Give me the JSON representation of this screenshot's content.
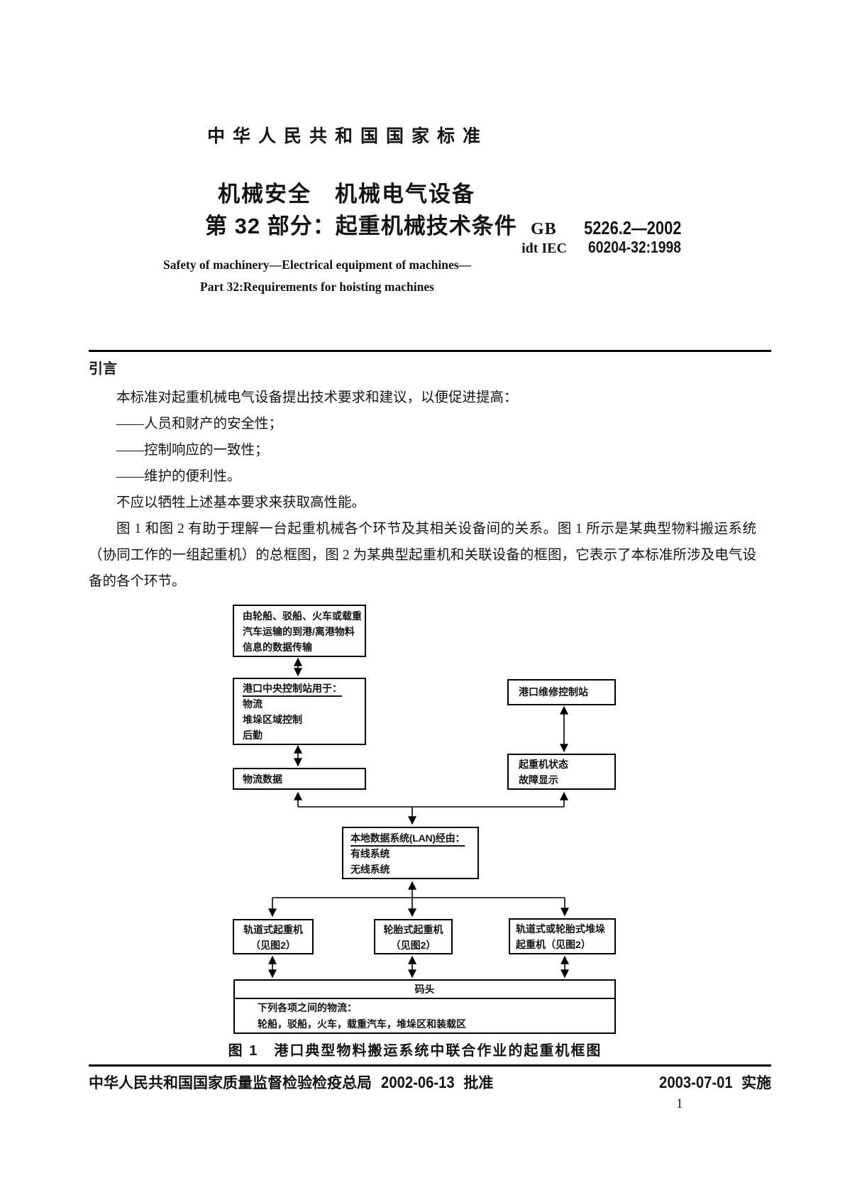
{
  "header": {
    "supertitle": "中华人民共和国国家标准",
    "title_line1": "机械安全　机械电气设备",
    "title_line2": "第 32 部分：起重机械技术条件",
    "std_prefix": "GB",
    "std_number": "5226.2—2002",
    "idt_prefix": "idt IEC",
    "idt_number": "60204-32:1998",
    "english_line1": "Safety of machinery—Electrical equipment of machines—",
    "english_line2": "Part 32:Requirements for hoisting machines"
  },
  "intro": {
    "heading": "引言",
    "p1": "本标准对起重机械电气设备提出技术要求和建议，以便促进提高：",
    "items": [
      "——人员和财产的安全性；",
      "——控制响应的一致性；",
      "——维护的便利性。"
    ],
    "p2": "不应以牺牲上述基本要求来获取高性能。",
    "p3": "图 1 和图 2 有助于理解一台起重机械各个环节及其相关设备间的关系。图 1 所示是某典型物料搬运系统（协同工作的一组起重机）的总框图，图 2 为某典型起重机和关联设备的框图，它表示了本标准所涉及电气设备的各个环节。"
  },
  "figure1": {
    "transport_box": {
      "lines": [
        "由轮船、驳船、火车或载重",
        "汽车运输的到港/离港物料",
        "信息的数据传输"
      ]
    },
    "central_box": {
      "title": "港口中央控制站用于：",
      "lines": [
        "物流",
        "堆垛区域控制",
        "后勤"
      ]
    },
    "maintenance_box": {
      "label": "港口维修控制站"
    },
    "status_box": {
      "lines": [
        "起重机状态",
        "故障显示"
      ]
    },
    "logistics_box": {
      "label": "物流数据"
    },
    "lan_box": {
      "title": "本地数据系统(LAN)经由：",
      "lines": [
        "有线系统",
        "无线系统"
      ]
    },
    "crane_boxes": [
      {
        "lines": [
          "轨道式起重机",
          "（见图2）"
        ]
      },
      {
        "lines": [
          "轮胎式起重机",
          "（见图2）"
        ]
      },
      {
        "lines": [
          "轨道式或轮胎式堆垛",
          "起重机（见图2）"
        ]
      }
    ],
    "dock_box": {
      "title": "码头",
      "lines": [
        "下列各项之间的物流：",
        "轮船，驳船，火车，载重汽车，堆垛区和装载区"
      ]
    },
    "caption": "图 1　港口典型物料搬运系统中联合作业的起重机框图"
  },
  "footer": {
    "approve_org": "中华人民共和国国家质量监督检验检疫总局",
    "approve_date": "2002-06-13",
    "approve_label": "批准",
    "impl_date": "2003-07-01",
    "impl_label": "实施",
    "page_number": "1"
  }
}
